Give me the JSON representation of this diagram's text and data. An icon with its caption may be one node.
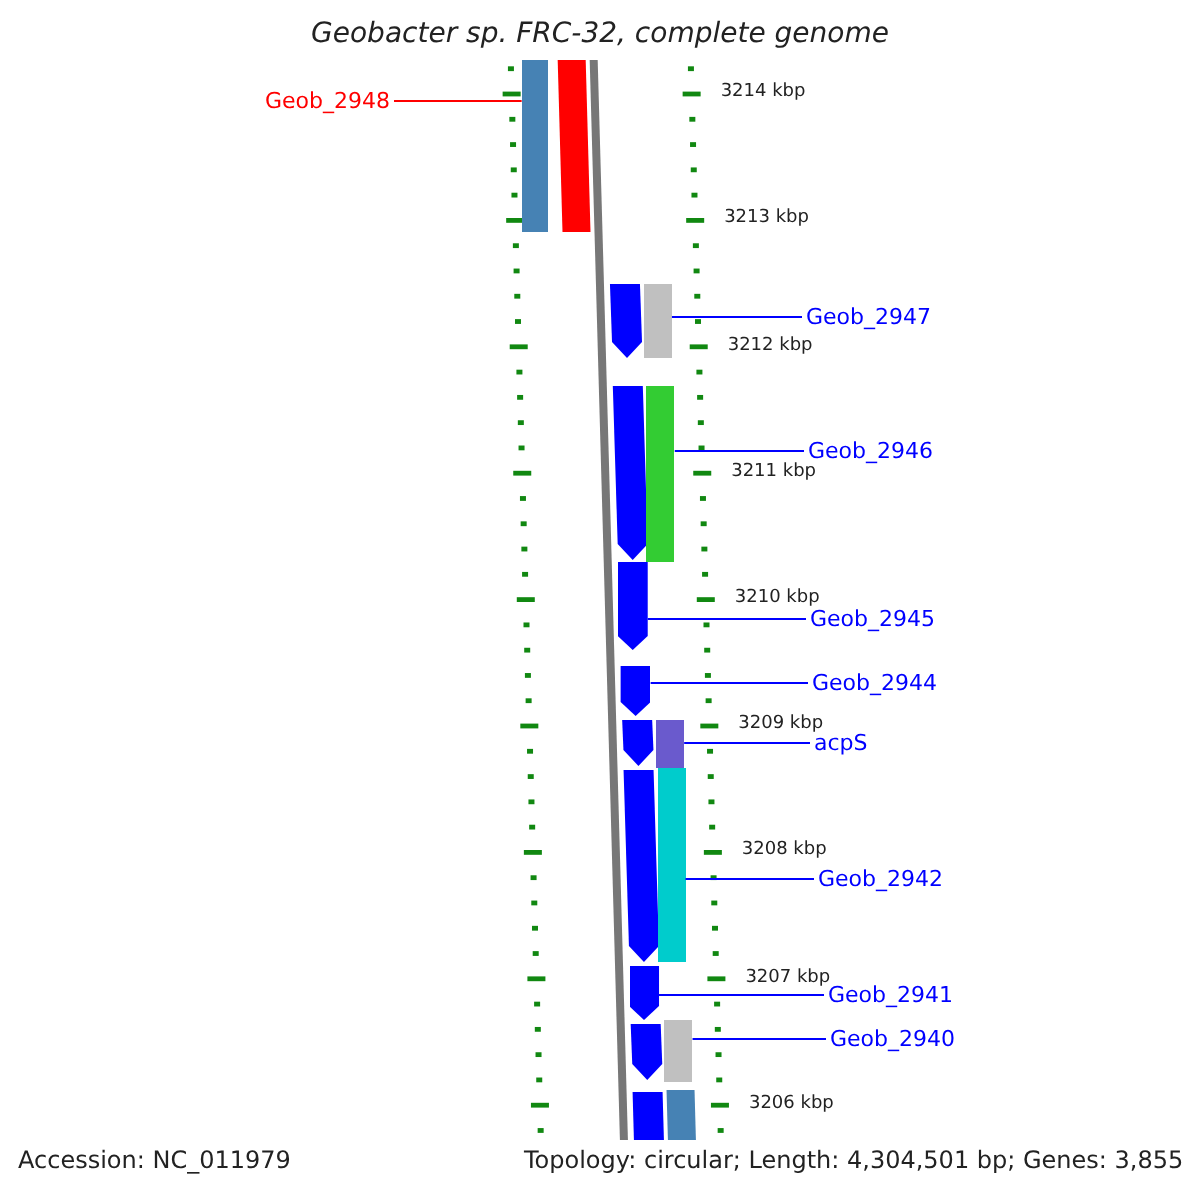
{
  "diagram": {
    "title": "Geobacter sp. FRC-32, complete genome",
    "nodes": [
      {
        "text": [
          "Geob_2948"
        ]
      },
      {
        "text": [],
        "shape": "bar"
      },
      {
        "text": [
          "Geob_2947"
        ]
      },
      {
        "text": [],
        "shape": "bar"
      },
      {
        "text": [
          "Geob_2946"
        ]
      },
      {
        "text": [],
        "shape": "bar"
      },
      {
        "text": [
          "Geob_2945"
        ]
      },
      {
        "text": [],
        "shape": "arrow"
      },
      {
        "text": [
          "Geob_2944"
        ]
      },
      {
        "text": [],
        "shape": "arrow"
      },
      {
        "text": [
          "acpS"
        ]
      },
      {
        "text": [],
        "shape": "bar"
      },
      {
        "text": [
          "Geob_2942"
        ]
      },
      {
        "text": [],
        "shape": "bar"
      },
      {
        "text": [
          "Geob_2941"
        ]
      },
      {
        "text": [],
        "shape": "arrow"
      },
      {
        "text": [
          "Geob_2940"
        ]
      },
      {
        "text": [],
        "shape": "bar"
      }
    ],
    "edges": [
      {
        "from": 0,
        "to": 1,
        "arrow": "none",
        "color": "#ff0000"
      },
      {
        "from": 2,
        "to": 3,
        "arrow": "none"
      },
      {
        "from": 4,
        "to": 5,
        "arrow": "none"
      },
      {
        "from": 6,
        "to": 7,
        "arrow": "none"
      },
      {
        "from": 8,
        "to": 9,
        "arrow": "none"
      },
      {
        "from": 10,
        "to": 11,
        "arrow": "none"
      },
      {
        "from": 12,
        "to": 13,
        "arrow": "none"
      },
      {
        "from": 14,
        "to": 15,
        "arrow": "none"
      },
      {
        "from": 16,
        "to": 17,
        "arrow": "none"
      }
    ],
    "labels": [
      "3214 kbp",
      "3213 kbp",
      "3212 kbp",
      "3211 kbp",
      "3210 kbp",
      "3209 kbp",
      "3208 kbp",
      "3207 kbp",
      "3206 kbp",
      "Accession: NC_011979",
      "Topology: circular; Length: 4,304,501 bp; Genes: 3,855"
    ]
  }
}
